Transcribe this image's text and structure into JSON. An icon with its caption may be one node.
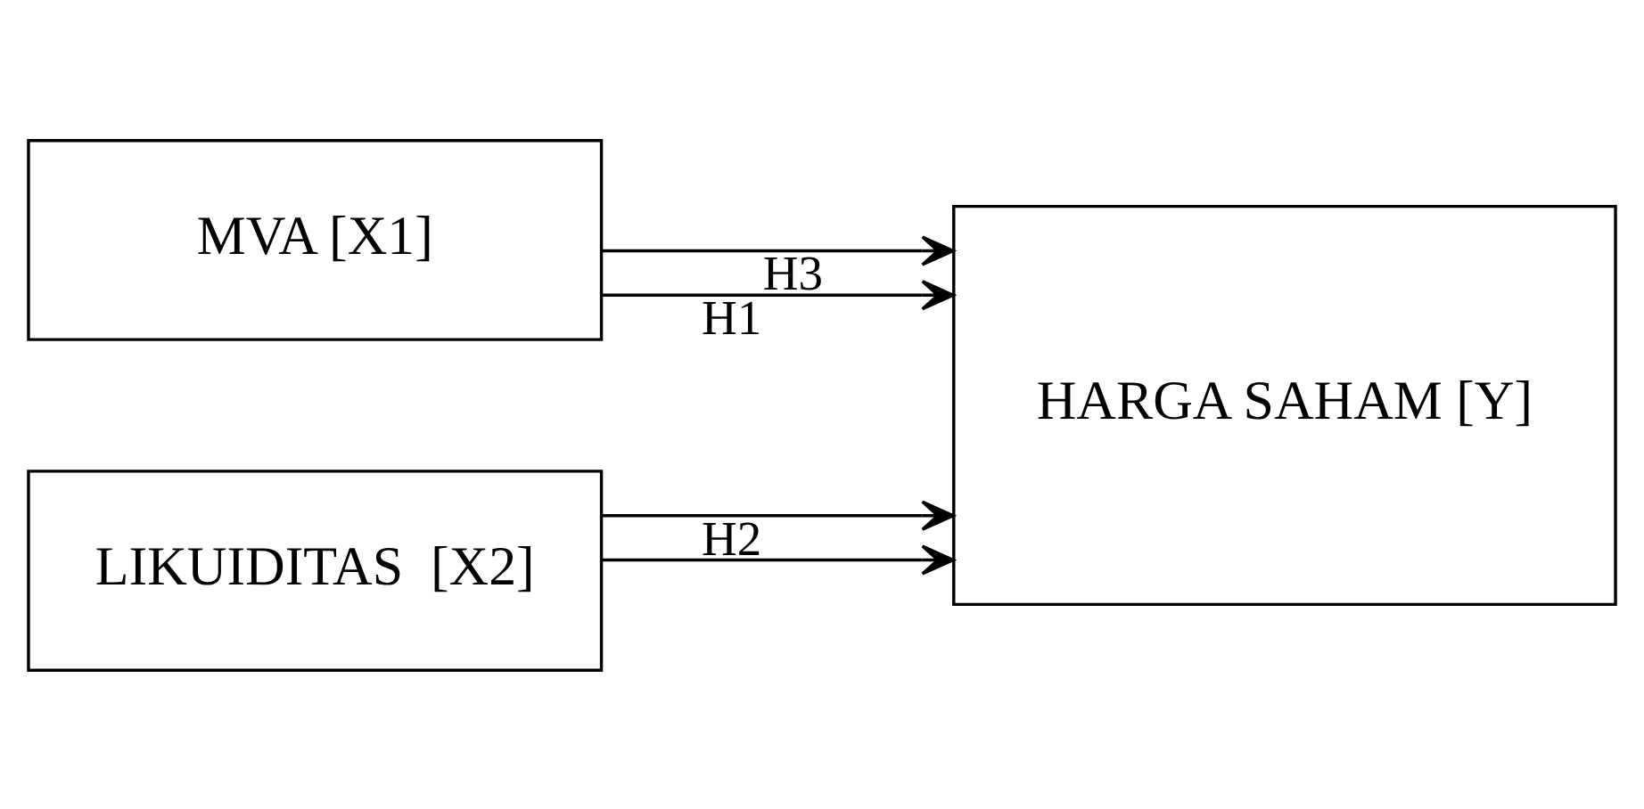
{
  "diagram": {
    "nodes": [
      {
        "text": [
          "MVA [X1]"
        ]
      },
      {
        "text": [
          "LIKUIDITAS  [X2]"
        ]
      },
      {
        "text": [
          "HARGA SAHAM [Y]"
        ]
      }
    ],
    "edges": [
      {
        "from": 0,
        "to": 2,
        "arrow": "to",
        "label": "H1"
      },
      {
        "from": 0,
        "to": 2,
        "arrow": "to",
        "label": "H3"
      },
      {
        "from": 1,
        "to": 2,
        "arrow": "to"
      },
      {
        "from": 1,
        "to": 2,
        "arrow": "to",
        "label": "H2"
      }
    ]
  }
}
